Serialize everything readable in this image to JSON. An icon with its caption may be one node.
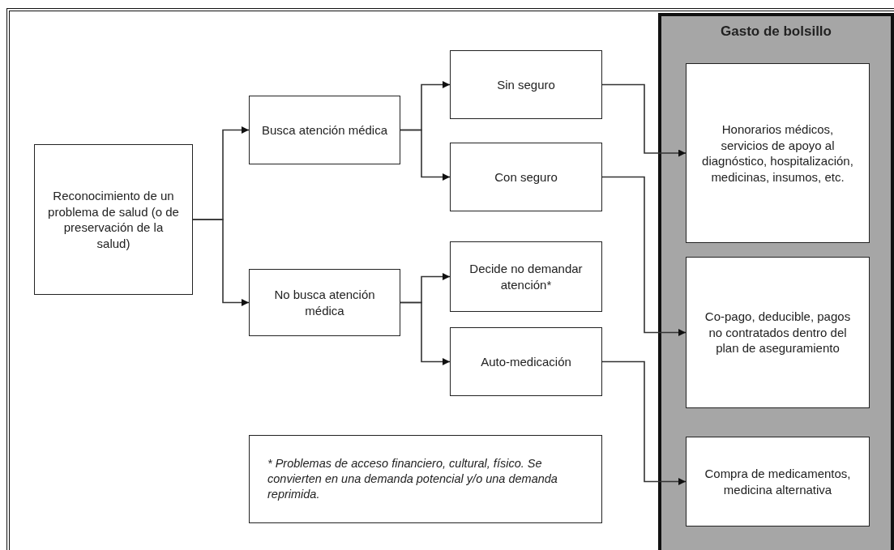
{
  "diagram": {
    "nodes": [
      {
        "text": [
          "Reconocimiento de un problema de salud (o de preservación de la salud)"
        ]
      },
      {
        "text": [
          "Busca atención médica"
        ]
      },
      {
        "text": [
          "No busca atención médica"
        ]
      },
      {
        "text": [
          "Sin seguro"
        ]
      },
      {
        "text": [
          "Con seguro"
        ]
      },
      {
        "text": [
          "Decide no demandar atención*"
        ]
      },
      {
        "text": [
          "Auto-medicación"
        ]
      },
      {
        "text": [
          "* Problemas de acceso financiero, cultural, físico. Se convierten en una demanda potencial y/o una demanda reprimida."
        ]
      },
      {
        "text": [
          "Gasto de bolsillo"
        ]
      },
      {
        "text": [
          "Honorarios médicos, servicios de apoyo al diagnóstico, hospitalización, medicinas, insumos, etc."
        ],
        "in": 8
      },
      {
        "text": [
          "Co-pago, deducible, pagos no contratados dentro del plan de aseguramiento"
        ],
        "in": 8
      },
      {
        "text": [
          "Compra de medicamentos, medicina alternativa"
        ],
        "in": 8
      }
    ],
    "edges": [
      {
        "from": 0,
        "to": 1,
        "arrow": "to"
      },
      {
        "from": 0,
        "to": 2,
        "arrow": "to"
      },
      {
        "from": 1,
        "to": 3,
        "arrow": "to"
      },
      {
        "from": 1,
        "to": 4,
        "arrow": "to"
      },
      {
        "from": 2,
        "to": 5,
        "arrow": "to"
      },
      {
        "from": 2,
        "to": 6,
        "arrow": "to"
      },
      {
        "from": 3,
        "to": 9,
        "arrow": "to"
      },
      {
        "from": 4,
        "to": 10,
        "arrow": "to"
      },
      {
        "from": 6,
        "to": 11,
        "arrow": "to"
      }
    ]
  }
}
